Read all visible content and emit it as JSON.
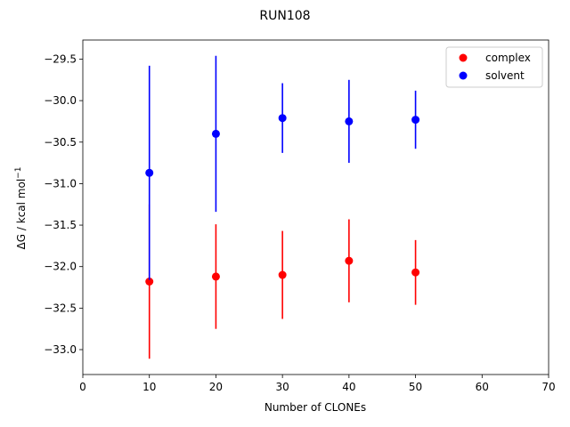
{
  "chart_data": {
    "type": "scatter",
    "title": "RUN108",
    "xlabel": "Number of CLONEs",
    "ylabel": "ΔG / kcal mol",
    "ylabel_superscript": "−1",
    "xlim": [
      0,
      70
    ],
    "ylim": [
      -33.3,
      -29.27
    ],
    "x_ticks": [
      0,
      10,
      20,
      30,
      40,
      50,
      60,
      70
    ],
    "x_tick_labels": [
      "0",
      "10",
      "20",
      "30",
      "40",
      "50",
      "60",
      "70"
    ],
    "y_ticks": [
      -33.0,
      -32.5,
      -32.0,
      -31.5,
      -31.0,
      -30.5,
      -30.0,
      -29.5
    ],
    "y_tick_labels": [
      "−33.0",
      "−32.5",
      "−32.0",
      "−31.5",
      "−31.0",
      "−30.5",
      "−30.0",
      "−29.5"
    ],
    "grid": false,
    "legend_position": "top-right",
    "series": [
      {
        "name": "complex",
        "color": "#ff0000",
        "x": [
          10,
          20,
          30,
          40,
          50
        ],
        "y": [
          -32.18,
          -32.12,
          -32.1,
          -31.93,
          -32.07
        ],
        "yerr": [
          0.93,
          0.63,
          0.53,
          0.5,
          0.39
        ]
      },
      {
        "name": "solvent",
        "color": "#0000ff",
        "x": [
          10,
          20,
          30,
          40,
          50
        ],
        "y": [
          -30.87,
          -30.4,
          -30.21,
          -30.25,
          -30.23
        ],
        "yerr": [
          1.29,
          0.94,
          0.42,
          0.5,
          0.35
        ]
      }
    ]
  }
}
